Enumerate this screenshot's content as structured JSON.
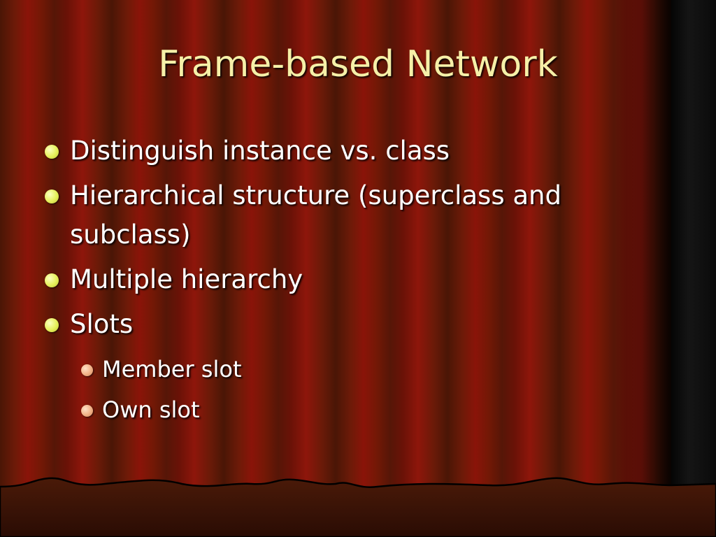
{
  "slide": {
    "title": "Frame-based Network",
    "bullets": [
      "Distinguish instance vs. class",
      "Hierarchical structure (superclass and subclass)",
      "Multiple hierarchy",
      "Slots"
    ],
    "sub_bullets": [
      "Member slot",
      "Own slot"
    ]
  },
  "colors": {
    "title": "#f6f0a8",
    "body_text": "#ffffff",
    "bullet_level1": "#e6f05a",
    "bullet_level2": "#f1b186",
    "curtain_red": "#8a1409",
    "stage_floor": "#3a1406"
  },
  "icons": {
    "bullet_level1": "yellow-circle-bullet",
    "bullet_level2": "peach-circle-bullet"
  }
}
